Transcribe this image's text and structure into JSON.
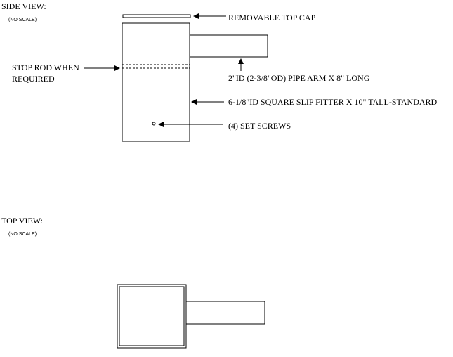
{
  "side_view": {
    "title": "SIDE VIEW:",
    "scale_note": "(NO SCALE)",
    "labels": {
      "top_cap": "REMOVABLE TOP CAP",
      "stop_rod_line1": "STOP ROD WHEN",
      "stop_rod_line2": "REQUIRED",
      "pipe_arm": "2\"ID (2-3/8\"OD)  PIPE ARM X 8\" LONG",
      "slip_fitter": "6-1/8\"ID SQUARE SLIP FITTER X 10\" TALL-STANDARD",
      "set_screws": "(4) SET SCREWS"
    }
  },
  "top_view": {
    "title": "TOP VIEW:",
    "scale_note": "(NO SCALE)"
  },
  "colors": {
    "ink": "#000000",
    "background": "#ffffff"
  }
}
